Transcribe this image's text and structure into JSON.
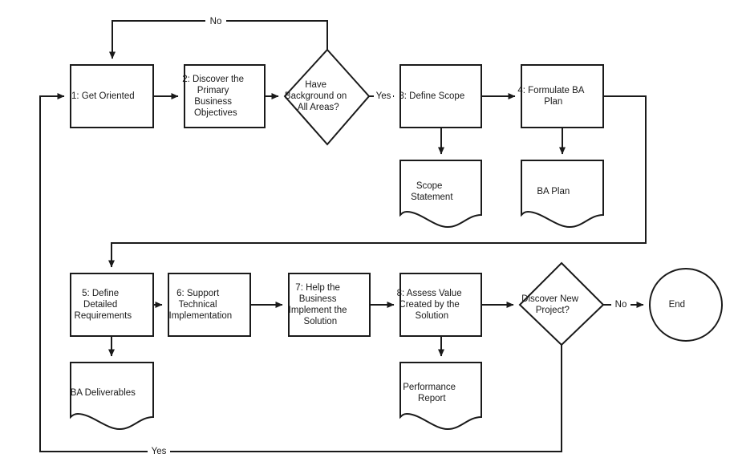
{
  "diagram": {
    "title": "Business Analysis Process Flowchart",
    "background_color": "#ffffff",
    "line_color": "#1a1a1a",
    "text_color": "#1a1a1a"
  },
  "nodes": {
    "step1": {
      "label": "1: Get Oriented",
      "lines": [
        "1: Get Oriented"
      ],
      "shape": "process"
    },
    "step2": {
      "label": "2: Discover the Primary Business Objectives",
      "lines": [
        "2: Discover the",
        "Primary",
        "Business",
        "Objectives"
      ],
      "shape": "process"
    },
    "decision1": {
      "label": "Have Background on All Areas?",
      "lines": [
        "Have",
        "Background on",
        "All Areas?"
      ],
      "shape": "decision"
    },
    "step3": {
      "label": "3: Define Scope",
      "lines": [
        "3: Define Scope"
      ],
      "shape": "process"
    },
    "step4": {
      "label": "4: Formulate BA Plan",
      "lines": [
        "4: Formulate BA",
        "Plan"
      ],
      "shape": "process"
    },
    "doc_scope": {
      "label": "Scope Statement",
      "lines": [
        "Scope",
        "Statement"
      ],
      "shape": "document"
    },
    "doc_baplan": {
      "label": "BA Plan",
      "lines": [
        "BA Plan"
      ],
      "shape": "document"
    },
    "step5": {
      "label": "5: Define Detailed Requirements",
      "lines": [
        "5: Define",
        "Detailed",
        "Requirements"
      ],
      "shape": "process"
    },
    "step6": {
      "label": "6: Support Technical Implementation",
      "lines": [
        "6: Support",
        "Technical",
        "Implementation"
      ],
      "shape": "process"
    },
    "step7": {
      "label": "7: Help the Business Implement the Solution",
      "lines": [
        "7: Help the",
        "Business",
        "Implement the",
        "Solution"
      ],
      "shape": "process"
    },
    "step8": {
      "label": "8: Assess Value Created by the Solution",
      "lines": [
        "8: Assess Value",
        "Created by the",
        "Solution"
      ],
      "shape": "process"
    },
    "doc_deliverables": {
      "label": "BA Deliverables",
      "lines": [
        "BA Deliverables"
      ],
      "shape": "document"
    },
    "doc_performance": {
      "label": "Performance Report",
      "lines": [
        "Performance",
        "Report"
      ],
      "shape": "document"
    },
    "decision2": {
      "label": "Discover New Project?",
      "lines": [
        "Discover New",
        "Project?"
      ],
      "shape": "decision"
    },
    "end": {
      "label": "End",
      "lines": [
        "End"
      ],
      "shape": "terminator"
    }
  },
  "edge_labels": {
    "no_background": "No",
    "yes_background": "Yes",
    "no_new_project": "No",
    "yes_new_project": "Yes"
  }
}
